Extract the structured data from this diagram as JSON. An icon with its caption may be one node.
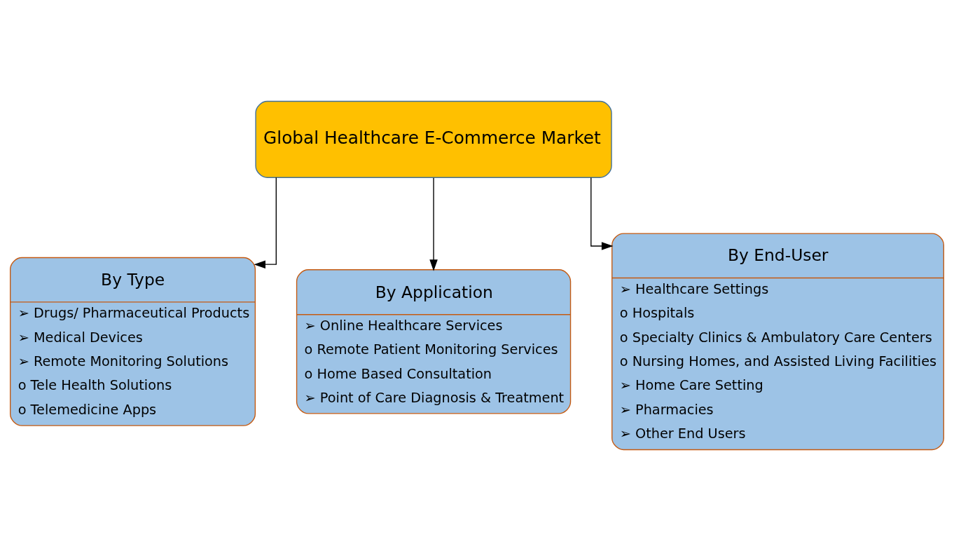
{
  "diagram": {
    "nodes": [
      {
        "text": [
          "Global Healthcare E-Commerce Market"
        ]
      },
      {
        "text": [
          "By Type",
          "➢ Drugs/ Pharmaceutical Products",
          "➢ Medical Devices",
          "➢ Remote Monitoring Solutions",
          "o Tele Health Solutions",
          "o Telemedicine Apps"
        ]
      },
      {
        "text": [
          "By Application",
          "➢ Online Healthcare Services",
          "o Remote Patient Monitoring Services",
          "o Home Based Consultation",
          "➢ Point of Care Diagnosis & Treatment"
        ]
      },
      {
        "text": [
          "By End-User",
          "➢ Healthcare Settings",
          "o Hospitals",
          "o Specialty Clinics & Ambulatory Care Centers",
          "o Nursing Homes, and Assisted Living Facilities",
          "➢ Home Care Setting",
          "➢ Pharmacies",
          "➢ Other End Users"
        ]
      }
    ],
    "edges": [
      {
        "from": 0,
        "to": 1,
        "arrow": "to"
      },
      {
        "from": 0,
        "to": 2,
        "arrow": "to"
      },
      {
        "from": 0,
        "to": 3,
        "arrow": "to"
      }
    ]
  }
}
